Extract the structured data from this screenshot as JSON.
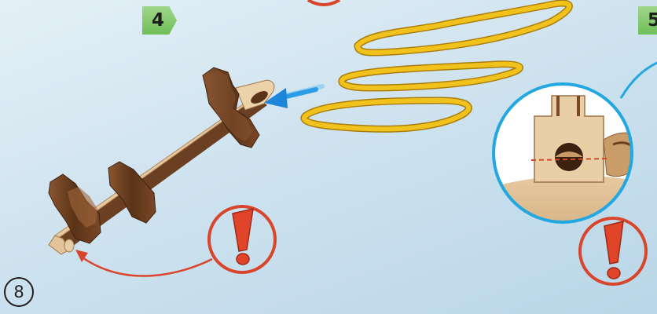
{
  "steps": {
    "left": "4",
    "right": "5"
  },
  "page_number": "8",
  "icons": {
    "warning": "exclamation-icon",
    "direction": "arrow-icon"
  },
  "colors": {
    "step_badge": "#7cc463",
    "warning_red": "#d8452b",
    "detail_blue": "#22a7e0",
    "insert_arrow_blue": "#2b9de8",
    "rubber_band": "#f2c21c",
    "wood_light": "#e8cba0",
    "wood_dark": "#6b3f22"
  }
}
